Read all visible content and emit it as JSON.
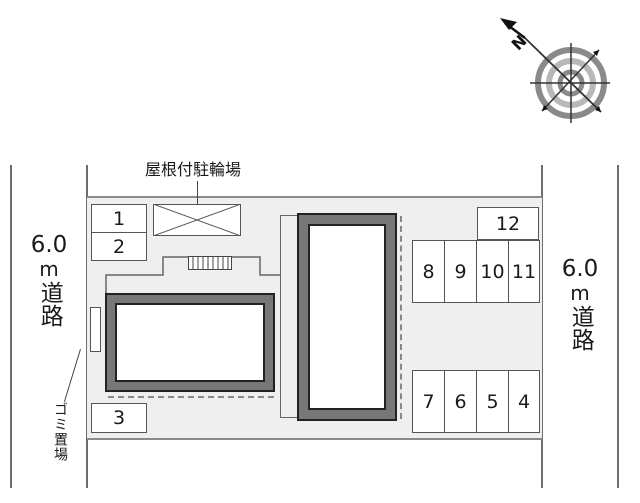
{
  "diagram": {
    "type": "site-plan",
    "compass": {
      "icon": "compass-north-arrow-icon",
      "north_label": "N",
      "direction": "upper-left"
    },
    "roads": {
      "left": {
        "width": "6.0",
        "unit": "m",
        "label": "道路"
      },
      "right": {
        "width": "6.0",
        "unit": "m",
        "label": "道路"
      }
    },
    "labels": {
      "bicycle_parking": "屋根付駐輪場",
      "garbage_area": "ゴミ置場"
    },
    "parking_spaces": {
      "left_top": [
        "1",
        "2"
      ],
      "left_bottom": [
        "3"
      ],
      "right_top_single": "12",
      "right_top_row": [
        "8",
        "9",
        "10",
        "11"
      ],
      "right_bottom_row": [
        "7",
        "6",
        "5",
        "4"
      ]
    },
    "colors": {
      "lot_fill": "#efefef",
      "building_wall": "#777777",
      "outline": "#222222",
      "road_line": "#6e6e6e"
    }
  }
}
